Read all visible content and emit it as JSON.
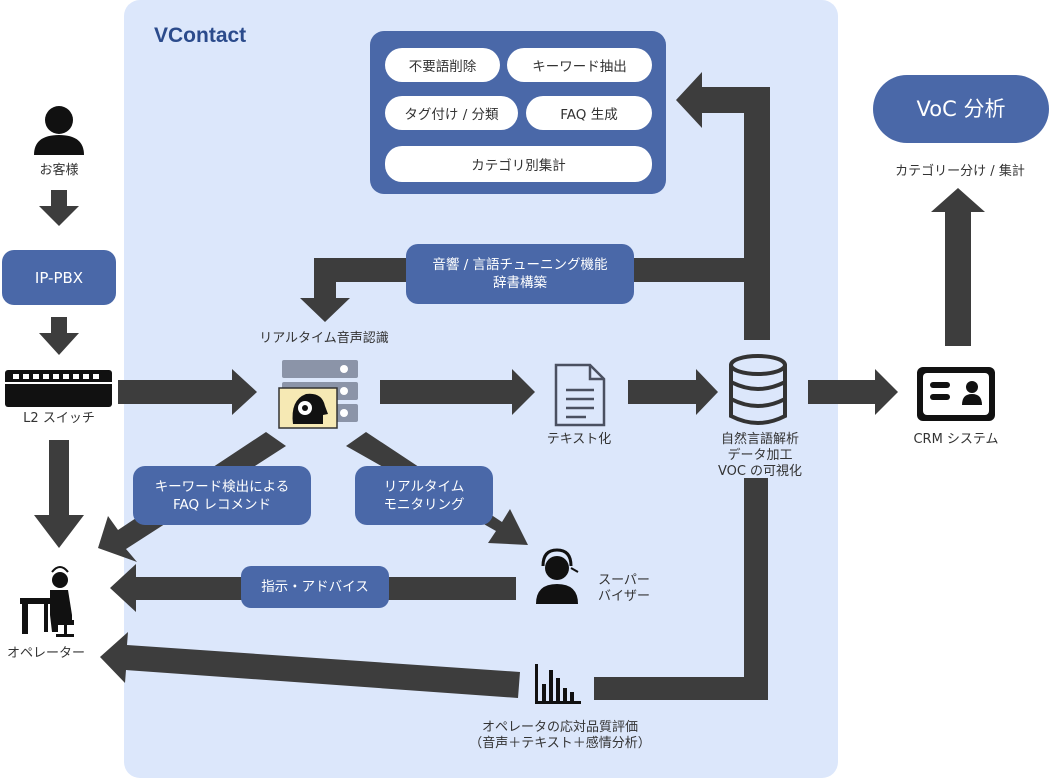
{
  "title": "VContact",
  "customer_label": "お客様",
  "ippbx_label": "IP-PBX",
  "l2switch_label": "L2 スイッチ",
  "operator_label": "オペレーター",
  "recognition_label": "リアルタイム音声認識",
  "text_label": "テキスト化",
  "db_label_lines": [
    "自然言語解析",
    "データ加工",
    "VOC の可視化"
  ],
  "crm_label": "CRM システム",
  "voc_label": "VoC 分析",
  "voc_sub_label": "カテゴリー分け / 集計",
  "tuning_lines": [
    "音響 / 言語チューニング機能",
    "辞書構築"
  ],
  "faq_lines": [
    "キーワード検出による",
    "FAQ レコメンド"
  ],
  "monitoring_lines": [
    "リアルタイム",
    "モニタリング"
  ],
  "supervisor_lines": [
    "スーパー",
    "バイザー"
  ],
  "advice_label": "指示・アドバイス",
  "evaluation_lines": [
    "オペレータの応対品質評価",
    "（音声＋テキスト＋感情分析）"
  ],
  "features": {
    "remove_unneeded": "不要語削除",
    "keyword_extract": "キーワード抽出",
    "tagging": "タグ付け / 分類",
    "faq_generate": "FAQ 生成",
    "category_count": "カテゴリ別集計"
  },
  "colors": {
    "panel": "#dce7fb",
    "pill": "#4a68a8",
    "arrow": "#3d3d3d",
    "title": "#2b4b8c"
  }
}
